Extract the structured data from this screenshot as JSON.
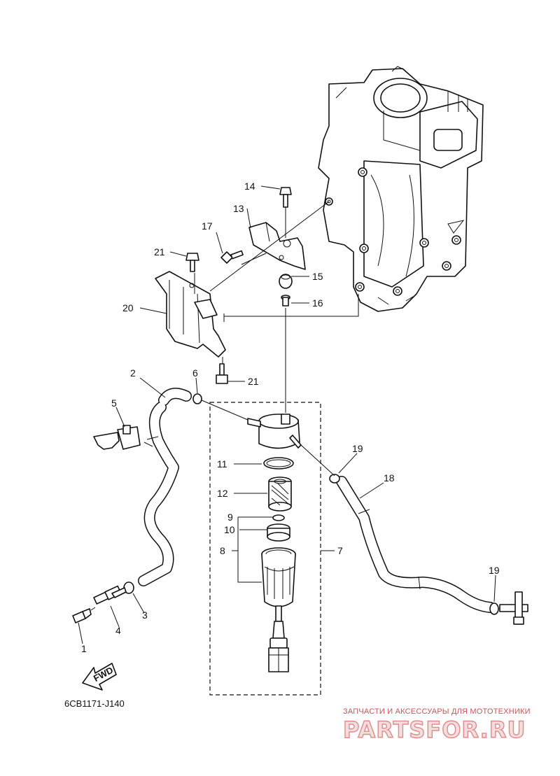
{
  "diagram": {
    "reference_code": "6CB1171-J140",
    "direction_label": "FWD",
    "callouts": [
      "1",
      "2",
      "3",
      "4",
      "5",
      "6",
      "7",
      "8",
      "9",
      "10",
      "11",
      "12",
      "13",
      "14",
      "15",
      "16",
      "17",
      "18",
      "19",
      "19",
      "20",
      "21",
      "21"
    ]
  },
  "watermark": {
    "caption": "ЗАПЧАСТИ И АКСЕССУАРЫ ДЛЯ МОТОТЕХНИКИ",
    "brand": "PARTSFOR.RU",
    "colors": {
      "caption": "#c45555",
      "brand_fill": "#f2dede",
      "brand_stroke": "#e08a8a"
    }
  }
}
